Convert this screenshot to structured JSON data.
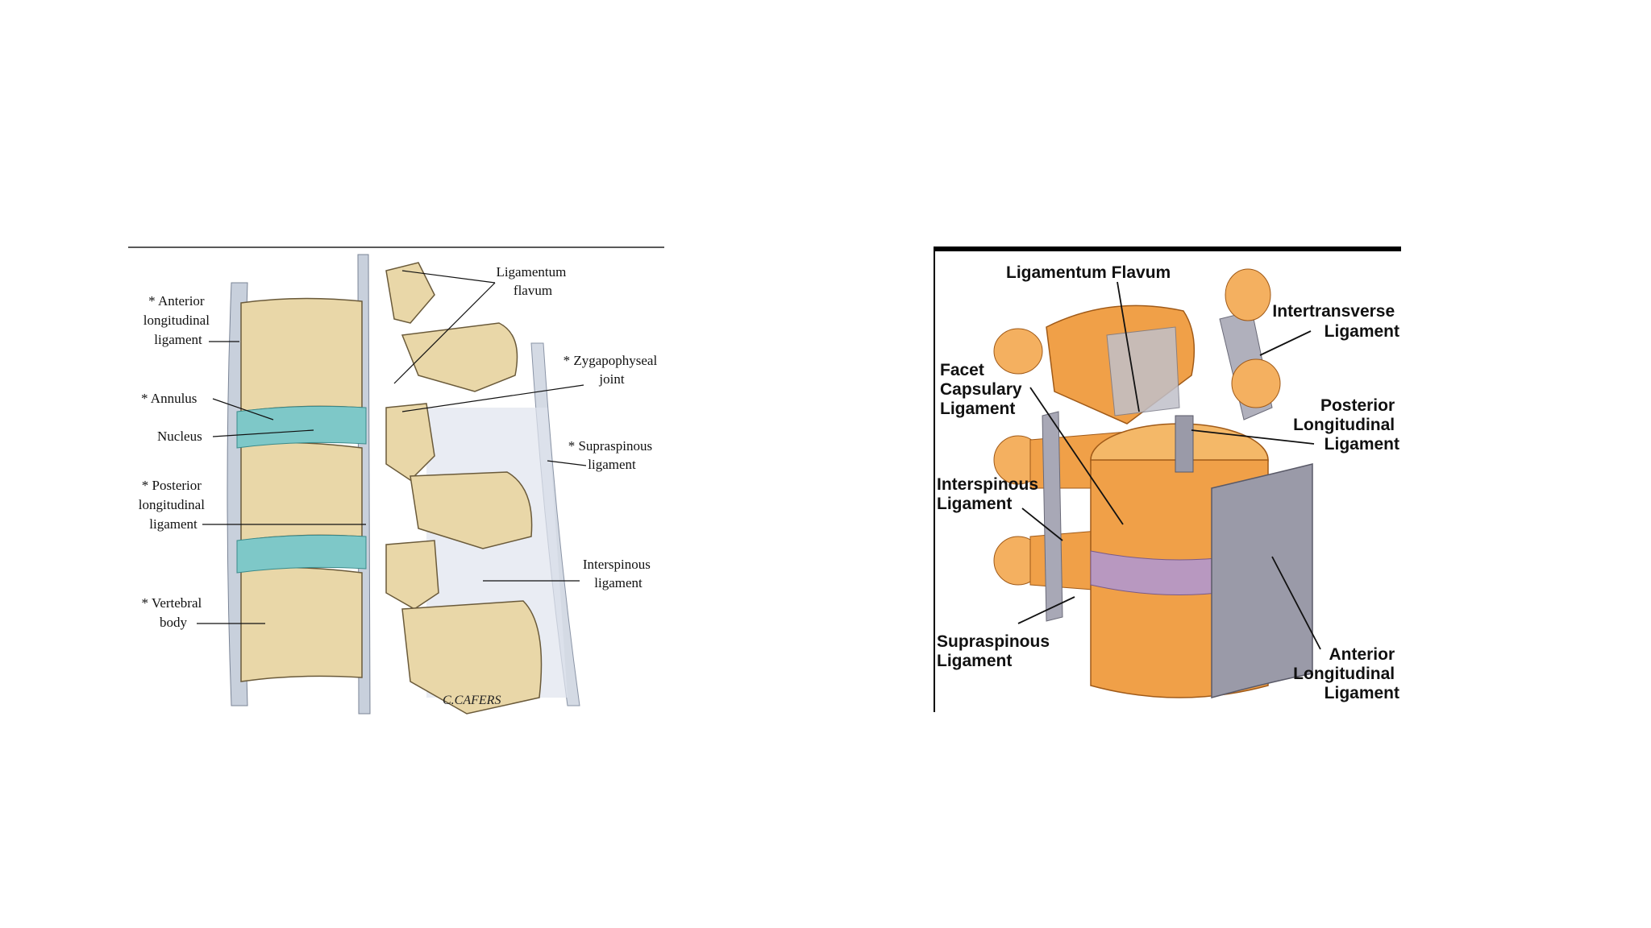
{
  "left_figure": {
    "labels": {
      "anterior_longitudinal": [
        "* Anterior",
        "longitudinal",
        "ligament"
      ],
      "annulus": "* Annulus",
      "nucleus": "Nucleus",
      "posterior_longitudinal": [
        "* Posterior",
        "longitudinal",
        "ligament"
      ],
      "vertebral_body": [
        "* Vertebral",
        "body"
      ],
      "ligamentum_flavum": [
        "Ligamentum",
        "flavum"
      ],
      "zygapophyseal": [
        "* Zygapophyseal",
        "joint"
      ],
      "supraspinous": [
        "* Supraspinous",
        "ligament"
      ],
      "interspinous": [
        "Interspinous",
        "ligament"
      ]
    },
    "signature": "C.CAFERS",
    "colors": {
      "bone": "#e9d7a8",
      "disc": "#7ec8c8",
      "ligament": "#c8d0dc"
    }
  },
  "right_figure": {
    "labels": {
      "ligamentum_flavum": "Ligamentum Flavum",
      "intertransverse": [
        "Intertransverse",
        "Ligament"
      ],
      "facet_capsulary": [
        "Facet",
        "Capsulary",
        "Ligament"
      ],
      "posterior_longitudinal": [
        "Posterior",
        "Longitudinal",
        "Ligament"
      ],
      "interspinous": [
        "Interspinous",
        "Ligament"
      ],
      "supraspinous": [
        "Supraspinous",
        "Ligament"
      ],
      "anterior_longitudinal": [
        "Anterior",
        "Longitudinal",
        "Ligament"
      ]
    },
    "colors": {
      "bone": "#f0a048",
      "ligament": "#9a9aa8",
      "disc": "#b898c0"
    }
  }
}
